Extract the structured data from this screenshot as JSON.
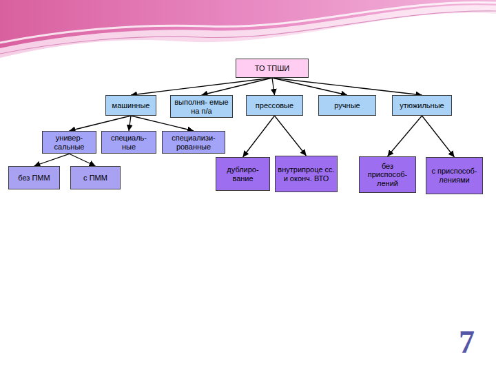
{
  "diagram": {
    "nodes": [
      {
        "text": [
          "ТО ТПШИ"
        ]
      },
      {
        "text": [
          "машинные"
        ]
      },
      {
        "text": [
          "выполня- емые на п/а"
        ]
      },
      {
        "text": [
          "прессовые"
        ]
      },
      {
        "text": [
          "ручные"
        ]
      },
      {
        "text": [
          "утюжильные"
        ]
      },
      {
        "text": [
          "универ- сальные"
        ]
      },
      {
        "text": [
          "специаль- ные"
        ]
      },
      {
        "text": [
          "специализи- рованные"
        ]
      },
      {
        "text": [
          "без ПММ"
        ]
      },
      {
        "text": [
          "с ПММ"
        ]
      },
      {
        "text": [
          "дублиро- вание"
        ]
      },
      {
        "text": [
          "внутрипроце сс. и оконч. ВТО"
        ]
      },
      {
        "text": [
          "без приспособ- лений"
        ]
      },
      {
        "text": [
          "с приспособ- лениями"
        ]
      }
    ],
    "edges": [
      {
        "from": 0,
        "to": 1,
        "arrow": "to"
      },
      {
        "from": 0,
        "to": 2,
        "arrow": "to"
      },
      {
        "from": 0,
        "to": 3,
        "arrow": "to"
      },
      {
        "from": 0,
        "to": 4,
        "arrow": "to"
      },
      {
        "from": 0,
        "to": 5,
        "arrow": "to"
      },
      {
        "from": 1,
        "to": 6,
        "arrow": "to"
      },
      {
        "from": 1,
        "to": 7,
        "arrow": "to"
      },
      {
        "from": 1,
        "to": 8,
        "arrow": "to"
      },
      {
        "from": 6,
        "to": 9,
        "arrow": "to"
      },
      {
        "from": 6,
        "to": 10,
        "arrow": "to"
      },
      {
        "from": 3,
        "to": 11,
        "arrow": "to"
      },
      {
        "from": 3,
        "to": 12,
        "arrow": "to"
      },
      {
        "from": 5,
        "to": 13,
        "arrow": "to"
      },
      {
        "from": 5,
        "to": 14,
        "arrow": "to"
      }
    ],
    "labels": [
      "7"
    ]
  }
}
